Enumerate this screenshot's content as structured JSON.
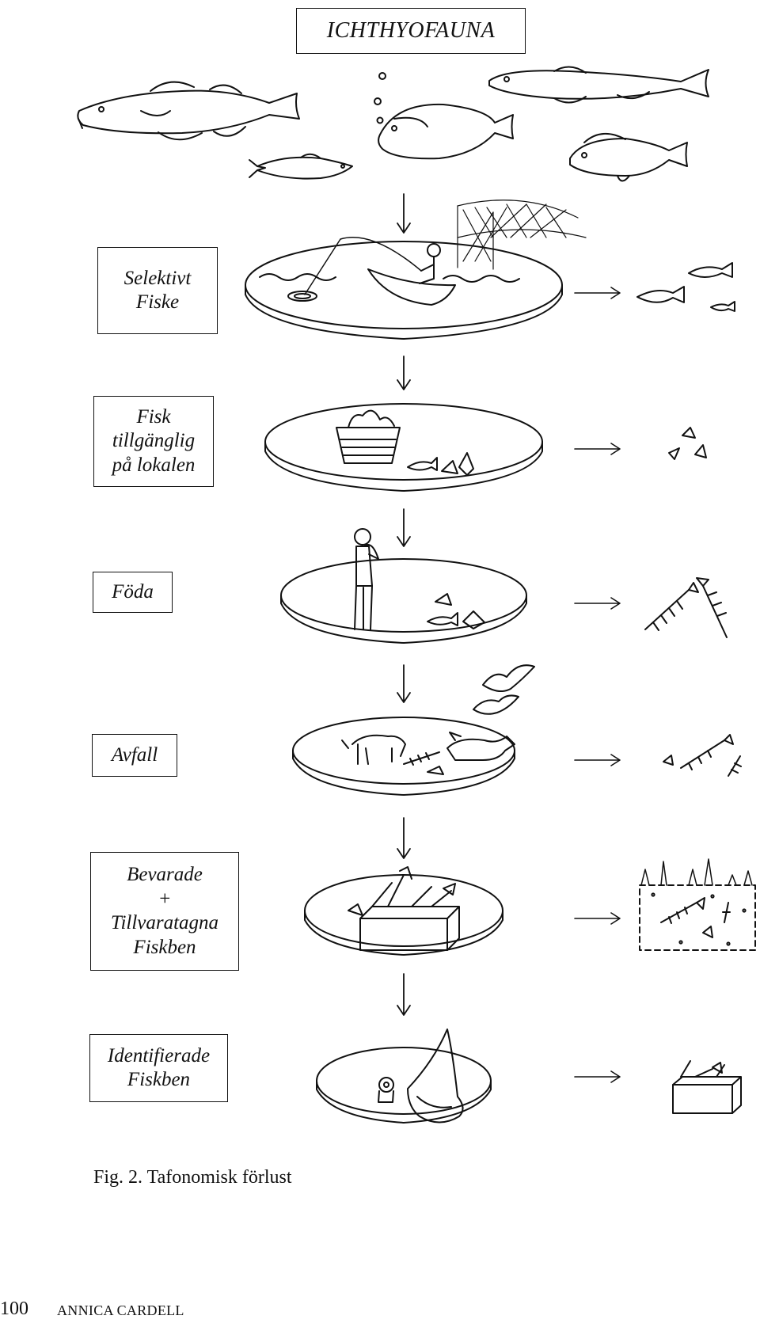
{
  "title": "ICHTHYOFAUNA",
  "stages": [
    {
      "lines": [
        "Selektivt",
        "Fiske"
      ]
    },
    {
      "lines": [
        "Fisk",
        "tillgänglig",
        "på lokalen"
      ]
    },
    {
      "lines": [
        "Föda"
      ]
    },
    {
      "lines": [
        "Avfall"
      ]
    },
    {
      "lines": [
        "Bevarade",
        "+",
        "Tillvaratagna",
        "Fiskben"
      ]
    },
    {
      "lines": [
        "Identifierade",
        "Fiskben"
      ]
    }
  ],
  "caption": "Fig. 2. Tafonomisk förlust",
  "footer": {
    "page_number": "100",
    "author": "ANNICA CARDELL"
  }
}
